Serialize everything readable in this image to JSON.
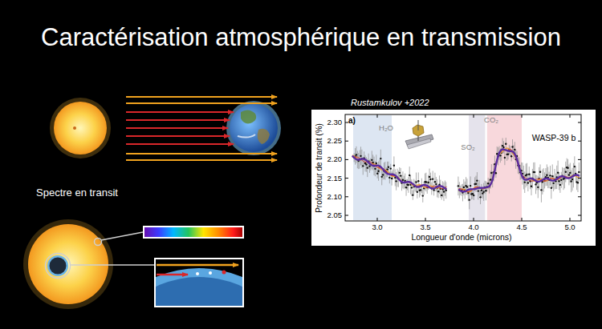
{
  "diagram": {
    "title": "Caractérisation atmosphérique en transmission",
    "labels": [
      "Spectre en transit",
      "Rustamkulov +2022",
      "a)",
      "H₂O",
      "SO₂",
      "CO₂",
      "WASP-39 b",
      "Profondeur de transit (%)",
      "Longueur d'onde (microns)",
      "2.30",
      "2.25",
      "2.20",
      "2.15",
      "2.10",
      "2.05",
      "3.0",
      "3.5",
      "4.0",
      "4.5",
      "5.0"
    ]
  }
}
